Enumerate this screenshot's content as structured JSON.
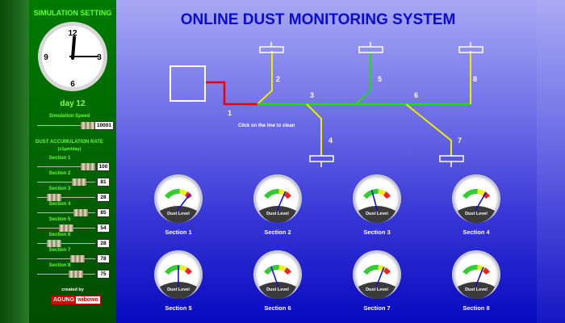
{
  "sidebar": {
    "title": "SIMULATION SETTING",
    "clock": {
      "numerals": [
        "12",
        "3",
        "6",
        "9"
      ],
      "hour_hand_angle_deg": 5,
      "minute_hand_angle_deg": 90
    },
    "day_label": "day  12",
    "simulation_speed": {
      "label": "Simulation Speed",
      "value": "10001",
      "slider_fraction": 1.0
    },
    "rate_heading": "DUST ACCUMULATION RATE",
    "rate_unit": "(x1µm/day)",
    "sections": [
      {
        "label": "Section 1",
        "value": "100",
        "slider_fraction": 1.0
      },
      {
        "label": "Section 2",
        "value": "81",
        "slider_fraction": 0.81
      },
      {
        "label": "Section 3",
        "value": "28",
        "slider_fraction": 0.28
      },
      {
        "label": "Section 4",
        "value": "85",
        "slider_fraction": 0.85
      },
      {
        "label": "Section 5",
        "value": "54",
        "slider_fraction": 0.54
      },
      {
        "label": "Section 6",
        "value": "28",
        "slider_fraction": 0.28
      },
      {
        "label": "Section 7",
        "value": "78",
        "slider_fraction": 0.78
      },
      {
        "label": "Section 8",
        "value": "75",
        "slider_fraction": 0.75
      }
    ],
    "credit": "created by",
    "logo_a": "AGUNG",
    "logo_b": "wibowo"
  },
  "main": {
    "title": "ONLINE DUST MONITORING SYSTEM",
    "hint": "Click on the line to clean",
    "line_labels": [
      "1",
      "2",
      "3",
      "4",
      "5",
      "6",
      "7",
      "8"
    ],
    "line_colors": {
      "red": "#ee0000",
      "green": "#22dd00",
      "yellow": "#eeee00",
      "box": "#ffffff"
    },
    "gauges": [
      {
        "label": "Section 1",
        "dust_level_label": "Dust Level",
        "needle_fraction": 0.85
      },
      {
        "label": "Section 2",
        "dust_level_label": "Dust Level",
        "needle_fraction": 0.72
      },
      {
        "label": "Section 3",
        "dust_level_label": "Dust Level",
        "needle_fraction": 0.36
      },
      {
        "label": "Section 4",
        "dust_level_label": "Dust Level",
        "needle_fraction": 0.78
      },
      {
        "label": "Section 5",
        "dust_level_label": "Dust Level",
        "needle_fraction": 0.5
      },
      {
        "label": "Section 6",
        "dust_level_label": "Dust Level",
        "needle_fraction": 0.32
      },
      {
        "label": "Section 7",
        "dust_level_label": "Dust Level",
        "needle_fraction": 0.7
      },
      {
        "label": "Section 8",
        "dust_level_label": "Dust Level",
        "needle_fraction": 0.7
      }
    ]
  }
}
